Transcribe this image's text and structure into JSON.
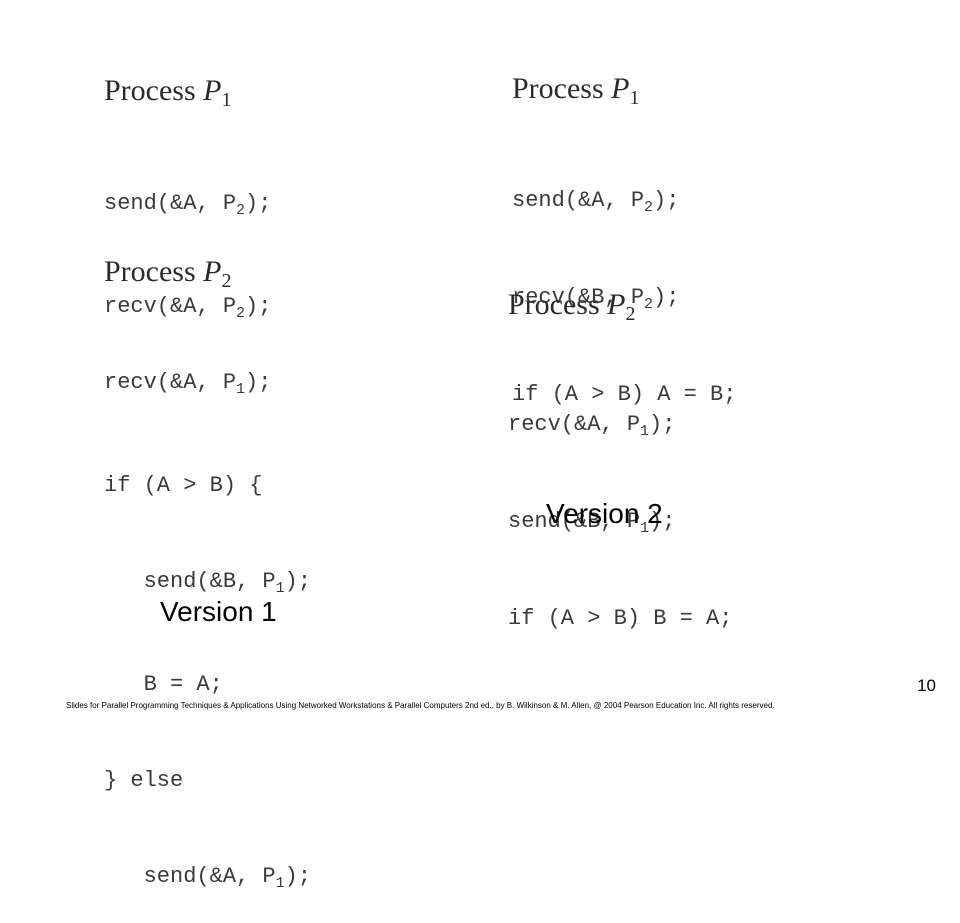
{
  "version1": {
    "label": "Version 1",
    "process1": {
      "title": "Process",
      "var": "P",
      "sub": "1",
      "lines": [
        [
          "send(&A, P",
          "2",
          ");"
        ],
        [
          "recv(&A, P",
          "2",
          ");"
        ]
      ]
    },
    "process2": {
      "title": "Process",
      "var": "P",
      "sub": "2",
      "lines": [
        [
          "recv(&A, P",
          "1",
          ");"
        ],
        [
          "if (A > B) {"
        ],
        [
          "   send(&B, P",
          "1",
          ");"
        ],
        [
          "   B = A;"
        ],
        [
          "} else"
        ],
        [
          "   send(&A, P",
          "1",
          ");"
        ]
      ]
    }
  },
  "version2": {
    "label": "Version 2",
    "process1": {
      "title": "Process",
      "var": "P",
      "sub": "1",
      "lines": [
        [
          "send(&A, P",
          "2",
          ");"
        ],
        [
          "recv(&B, P",
          "2",
          ");"
        ],
        [
          "if (A > B) A = B;"
        ]
      ]
    },
    "process2": {
      "title": "Process",
      "var": "P",
      "sub": "2",
      "lines": [
        [
          "recv(&A, P",
          "1",
          ");"
        ],
        [
          "send(&B, P",
          "1",
          ");"
        ],
        [
          "if (A > B) B = A;"
        ]
      ]
    }
  },
  "page_number": "10",
  "footer": "Slides for Parallel Programming Techniques & Applications Using Networked Workstations & Parallel Computers 2nd ed., by B. Wilkinson & M. Allen, @ 2004 Pearson Education Inc. All rights reserved."
}
